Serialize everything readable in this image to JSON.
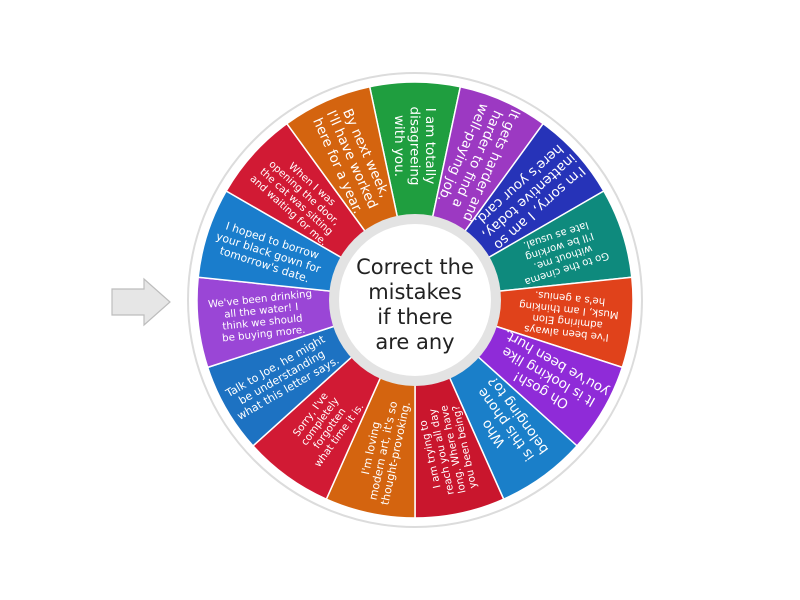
{
  "wheel": {
    "center_text": "Correct the\nmistakes\nif there\nare any",
    "segments": [
      {
        "lines": [
          "I am totally",
          "disagreeing",
          "with you."
        ],
        "color": "#1f9e3f"
      },
      {
        "lines": [
          "It gets harder and",
          "harder to find a",
          "well-paying job."
        ],
        "color": "#9c39c2"
      },
      {
        "lines": [
          "I'm sorry, I am so",
          "inattentive today,",
          "here's your card."
        ],
        "color": "#2633b8"
      },
      {
        "lines": [
          "Go to the cinema",
          "without me.",
          "I'll be working",
          "late as usual."
        ],
        "color": "#0e8a7d"
      },
      {
        "lines": [
          "I've been always",
          "admiring Elon",
          "Musk, I am thinking",
          "he's a genius."
        ],
        "color": "#e0421b"
      },
      {
        "lines": [
          "Oh gosh!",
          "It is looking like",
          "you've been hurt."
        ],
        "color": "#8f2bd8"
      },
      {
        "lines": [
          "Who",
          "is this phone",
          "belonging to?"
        ],
        "color": "#1a7fc9"
      },
      {
        "lines": [
          "I am trying to",
          "reach you all day",
          "long. Where have",
          "you been being?"
        ],
        "color": "#c9162d"
      },
      {
        "lines": [
          "I'm loving",
          "modern art, it's so",
          "thought-provoking."
        ],
        "color": "#d4640f"
      },
      {
        "lines": [
          "Sorry, I've",
          "completely",
          "forgotten",
          "what time it is."
        ],
        "color": "#d11a34"
      },
      {
        "lines": [
          "Talk to Joe, he might",
          "be understanding",
          "what this letter says."
        ],
        "color": "#1d72c2"
      },
      {
        "lines": [
          "We've been drinking",
          "all the water! I",
          "think we should",
          "be buying more."
        ],
        "color": "#9a46d6"
      },
      {
        "lines": [
          "I hoped to borrow",
          "your black gown for",
          "tomorrow's date."
        ],
        "color": "#1a7dcc"
      },
      {
        "lines": [
          "When I was",
          "opening the door,",
          "the cat was sitting",
          "and waiting for me."
        ],
        "color": "#d11a34"
      },
      {
        "lines": [
          "By next week,",
          "I'll have worked",
          "here for a year."
        ],
        "color": "#d4640f"
      }
    ]
  },
  "pointer": {
    "icon": "arrow-right-icon",
    "color": "#e6e6e6"
  }
}
